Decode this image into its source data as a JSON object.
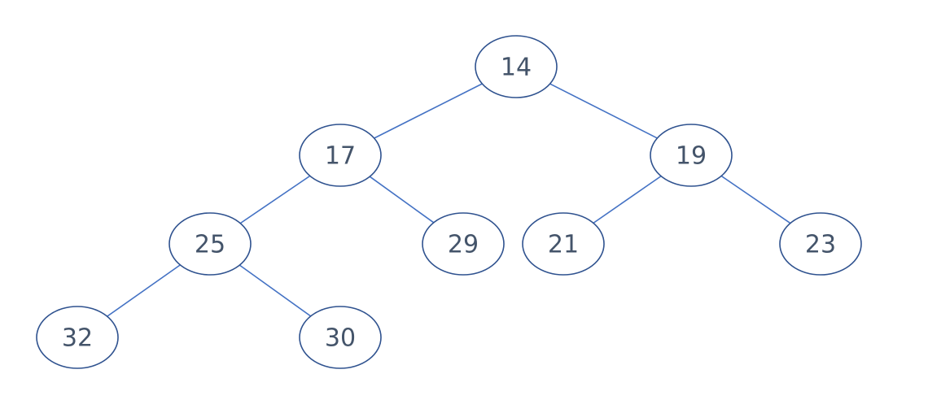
{
  "colors": {
    "edge": "#4472c4",
    "node_border": "#2f528f",
    "node_text": "#44546a",
    "background": "#ffffff"
  },
  "tree": {
    "nodes": [
      {
        "id": "n14",
        "label": "14"
      },
      {
        "id": "n17",
        "label": "17"
      },
      {
        "id": "n19",
        "label": "19"
      },
      {
        "id": "n25",
        "label": "25"
      },
      {
        "id": "n29",
        "label": "29"
      },
      {
        "id": "n21",
        "label": "21"
      },
      {
        "id": "n23",
        "label": "23"
      },
      {
        "id": "n32",
        "label": "32"
      },
      {
        "id": "n30",
        "label": "30"
      }
    ],
    "edges": [
      {
        "from": "n14",
        "to": "n17"
      },
      {
        "from": "n14",
        "to": "n19"
      },
      {
        "from": "n17",
        "to": "n25"
      },
      {
        "from": "n17",
        "to": "n29"
      },
      {
        "from": "n19",
        "to": "n21"
      },
      {
        "from": "n19",
        "to": "n23"
      },
      {
        "from": "n25",
        "to": "n32"
      },
      {
        "from": "n25",
        "to": "n30"
      }
    ]
  }
}
